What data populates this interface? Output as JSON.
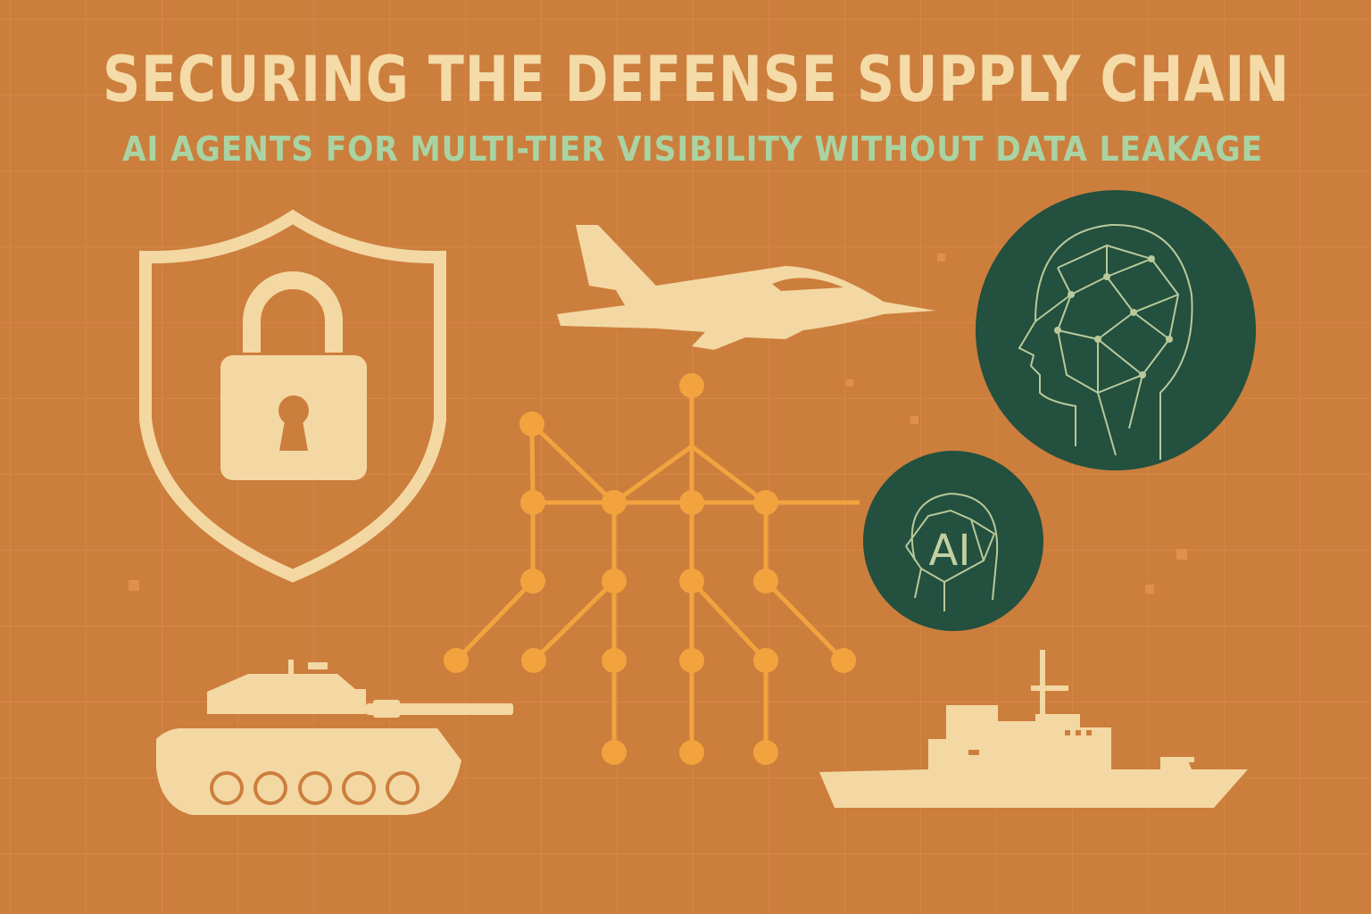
{
  "title": "SECURING THE DEFENSE SUPPLY CHAIN",
  "subtitle": "AI AGENTS FOR MULTI-TIER VISIBILITY WITHOUT DATA LEAKAGE",
  "ai_badge_text": "AI",
  "colors": {
    "background": "#cc7e3d",
    "cream": "#f3d8a3",
    "subtitle_green": "#a9d3a3",
    "dark_green": "#23503f",
    "network_orange": "#f2a33e"
  },
  "icons": [
    "shield-lock-icon",
    "fighter-jet-icon",
    "ai-head-icon",
    "ai-badge-icon",
    "tank-icon",
    "warship-icon",
    "supply-network-diagram"
  ]
}
